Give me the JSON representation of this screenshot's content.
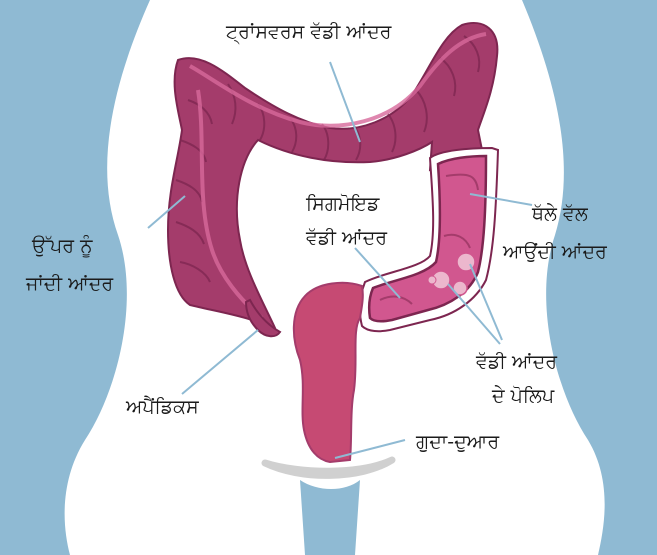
{
  "labels": {
    "transverse": "ਟ੍ਰਾਂਸਵਰਸ ਵੱਡੀ ਆਂਦਰ",
    "ascending_1": "ਉੱਪਰ ਨੂੰ",
    "ascending_2": "ਜਾਂਦੀ ਆਂਦਰ",
    "sigmoid_1": "ਸਿਗਮੋਇਡ",
    "sigmoid_2": "ਵੱਡੀ ਆਂਦਰ",
    "descending_1": "ਥੱਲੇ ਵੱਲ",
    "descending_2": "ਆਉਂਦੀ ਆਂਦਰ",
    "polyps_1": "ਵੱਡੀ ਆਂਦਰ",
    "polyps_2": "ਦੇ ਪੋਲਿਪ",
    "appendix": "ਅਪੈਂਡਿਕਸ",
    "anus": "ਗੁਦਾ-ਦੁਆਰ"
  },
  "colors": {
    "body_blue": "#8fbad3",
    "colon": "#a43c6b",
    "colon_dark": "#7d2650",
    "colon_highlight": "#d7699b",
    "cut_section": "#d1578f",
    "rectum": "#c64a73",
    "polyp": "#ecb7cd",
    "leader": "#8fbad3"
  }
}
